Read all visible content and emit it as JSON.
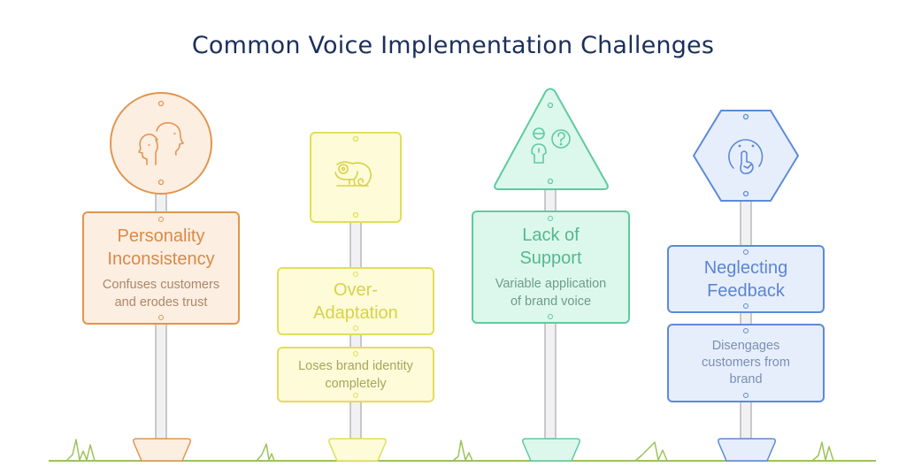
{
  "title": "Common Voice Implementation Challenges",
  "signs": [
    {
      "id": "personality-inconsistency",
      "shape": "circle",
      "icon": "two-heads-icon",
      "heading": "Personality Inconsistency",
      "heading_lines": [
        "Personality",
        "Inconsistency"
      ],
      "description": "Confuses customers and erodes trust",
      "description_lines": [
        "Confuses customers",
        "and erodes trust"
      ],
      "colors": {
        "stroke": "#e0964f",
        "fill": "#fdeee2",
        "text": "#d98a45",
        "subtext": "#a98868"
      }
    },
    {
      "id": "over-adaptation",
      "shape": "square",
      "icon": "chameleon-icon",
      "heading": "Over-Adaptation",
      "heading_lines": [
        "Over-",
        "Adaptation"
      ],
      "description": "Loses brand identity completely",
      "description_lines": [
        "Loses brand identity",
        "completely"
      ],
      "colors": {
        "stroke": "#e3de5a",
        "fill": "#fdfbd8",
        "text": "#d8d24a",
        "subtext": "#a9a55e"
      }
    },
    {
      "id": "lack-of-support",
      "shape": "triangle",
      "icon": "confused-person-icon",
      "heading": "Lack of Support",
      "heading_lines": [
        "Lack of",
        "Support"
      ],
      "description": "Variable application of brand voice",
      "description_lines": [
        "Variable application",
        "of brand voice"
      ],
      "colors": {
        "stroke": "#5fcaa0",
        "fill": "#dcf8ec",
        "text": "#53b88f",
        "subtext": "#6e9c8a"
      }
    },
    {
      "id": "neglecting-feedback",
      "shape": "hexagon",
      "icon": "shush-face-icon",
      "heading": "Neglecting Feedback",
      "heading_lines": [
        "Neglecting",
        "Feedback"
      ],
      "description": "Disengages customers from brand",
      "description_lines": [
        "Disengages",
        "customers from",
        "brand"
      ],
      "colors": {
        "stroke": "#5d8ad8",
        "fill": "#e6eefc",
        "text": "#5a86d3",
        "subtext": "#7b8fb2"
      }
    }
  ],
  "ground": {
    "grass_color": "#9cc25a",
    "pole_color": "#b8b8b8"
  }
}
